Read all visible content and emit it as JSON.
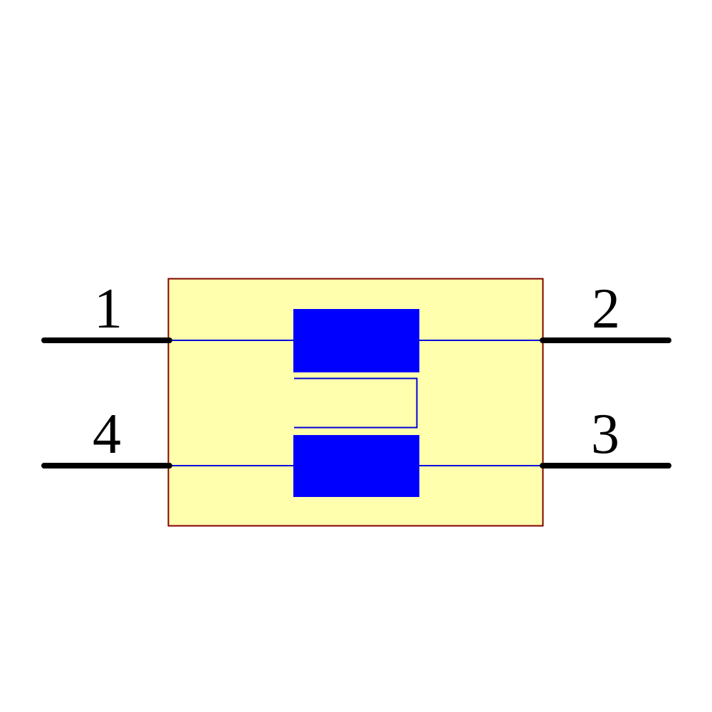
{
  "component": {
    "pins": [
      {
        "number": "1",
        "position": "left-top"
      },
      {
        "number": "2",
        "position": "right-top"
      },
      {
        "number": "3",
        "position": "right-bottom"
      },
      {
        "number": "4",
        "position": "left-bottom"
      }
    ],
    "colors": {
      "background": "#FFFFFF",
      "body_fill": "#FFFFAD",
      "body_border": "#800000",
      "element_fill": "#0000FF",
      "wire": "#0000DC",
      "pin_line": "#000000",
      "label_text": "#000000"
    }
  }
}
